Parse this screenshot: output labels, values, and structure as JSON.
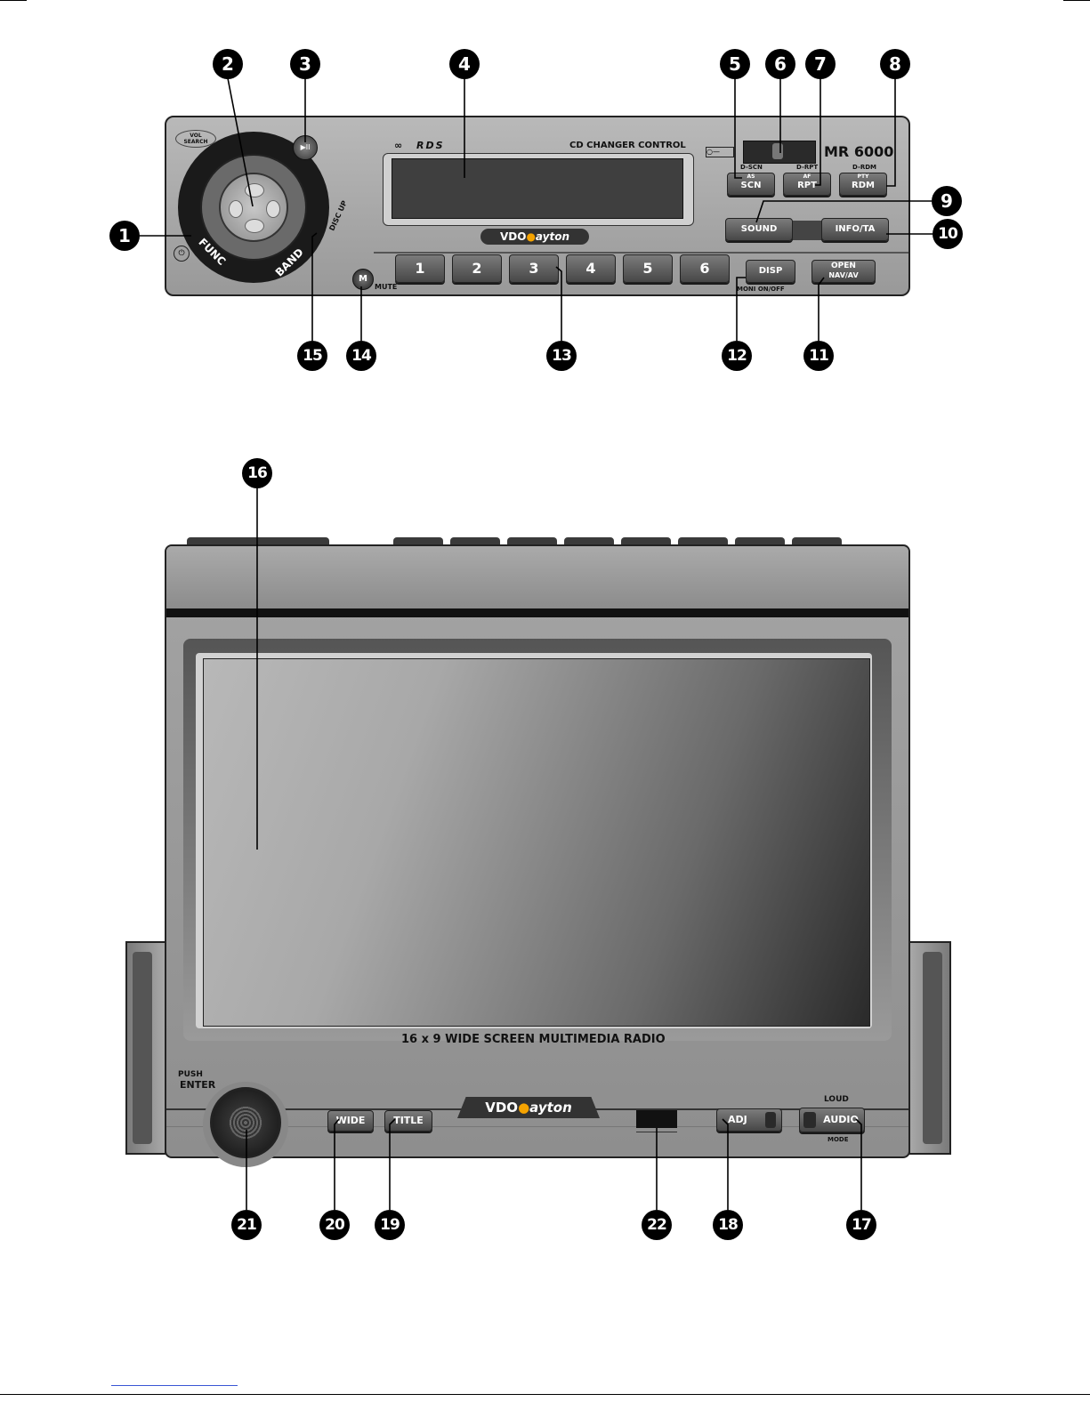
{
  "radio": {
    "model": "MR 6000",
    "rds": "RDS",
    "cd_changer": "CD CHANGER CONTROL",
    "brand": "VDO",
    "brand_suffix": "ayton",
    "vol_search": "VOL\nSEARCH",
    "func": "FUNC",
    "band": "BAND",
    "disc_up": "DISC UP",
    "mute": "MUTE",
    "mute_key": "M",
    "play_pause": "▶II",
    "power": "⏻",
    "scn": {
      "top": "D-SCN",
      "small": "AS",
      "main": "SCN"
    },
    "rpt": {
      "top": "D-RPT",
      "small": "AF",
      "main": "RPT"
    },
    "rdm": {
      "top": "D-RDM",
      "small": "PTY",
      "main": "RDM"
    },
    "sound": "SOUND",
    "info": "INFO/TA",
    "disp": "DISP",
    "moni": "MONI ON/OFF",
    "open": "OPEN",
    "nav": "NAV/AV",
    "presets": [
      "1",
      "2",
      "3",
      "4",
      "5",
      "6"
    ]
  },
  "monitor": {
    "caption": "16 x 9 WIDE SCREEN MULTIMEDIA RADIO",
    "push": "PUSH",
    "enter": "ENTER",
    "wide": "WIDE",
    "title": "TITLE",
    "adj": "ADJ",
    "audio": "AUDIO",
    "loud": "LOUD",
    "mode": "MODE"
  },
  "callouts": {
    "c1": "1",
    "c2": "2",
    "c3": "3",
    "c4": "4",
    "c5": "5",
    "c6": "6",
    "c7": "7",
    "c8": "8",
    "c9": "9",
    "c10": "10",
    "c11": "11",
    "c12": "12",
    "c13": "13",
    "c14": "14",
    "c15": "15",
    "c16": "16",
    "c17": "17",
    "c18": "18",
    "c19": "19",
    "c20": "20",
    "c21": "21",
    "c22": "22"
  },
  "colors": {
    "panel": "#a9a9a9",
    "button": "#5a5a5a",
    "accent": "#f5a300"
  }
}
